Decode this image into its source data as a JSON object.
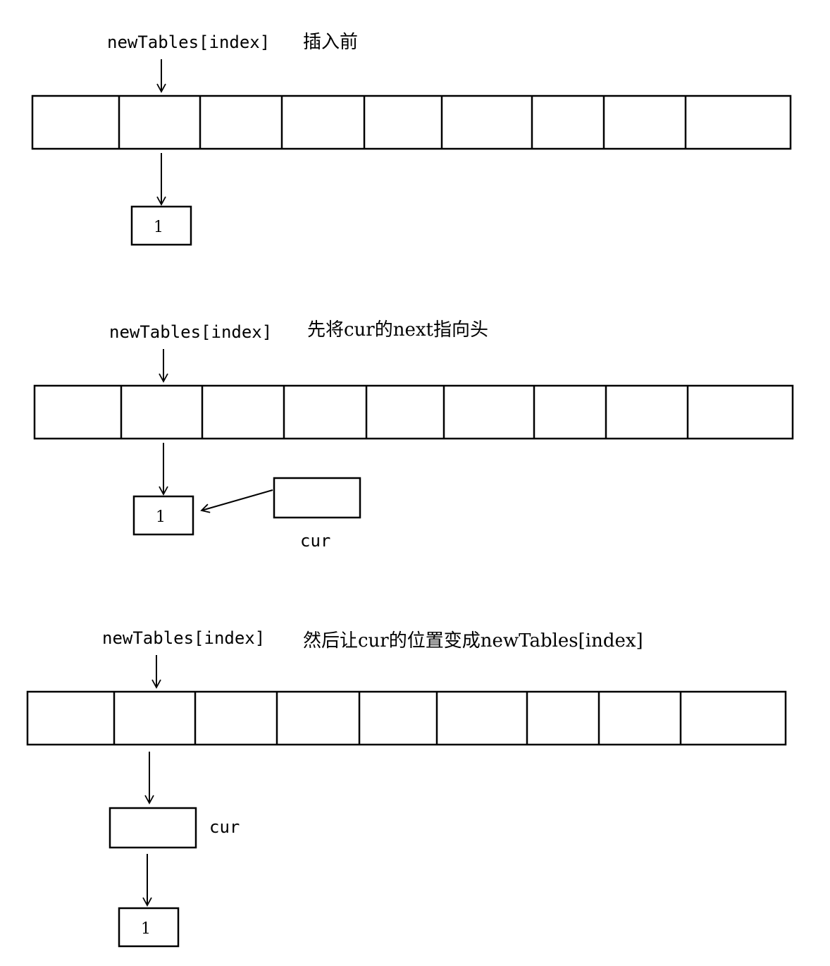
{
  "panels": [
    {
      "index_label": "newTables[index]",
      "caption": "插入前",
      "node_value": "1"
    },
    {
      "index_label": "newTables[index]",
      "caption": "先将cur的next指向头",
      "node_value": "1",
      "cur_label": "cur"
    },
    {
      "index_label": "newTables[index]",
      "caption": "然后让cur的位置变成newTables[index]",
      "node_value": "1",
      "cur_label": "cur"
    }
  ],
  "colors": {
    "stroke": "#000000",
    "background": "#ffffff"
  }
}
